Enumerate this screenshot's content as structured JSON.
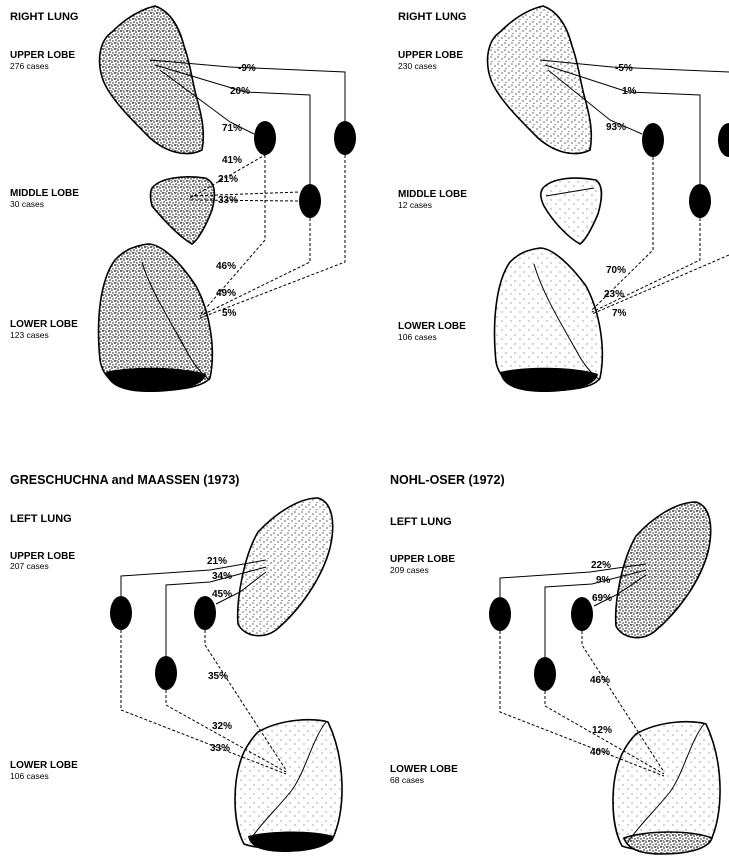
{
  "panels": {
    "top_left": {
      "lung": "RIGHT LUNG",
      "upper": {
        "label": "UPPER LOBE",
        "cases": "276 cases"
      },
      "middle": {
        "label": "MIDDLE LOBE",
        "cases": "30 cases"
      },
      "lower": {
        "label": "LOWER LOBE",
        "cases": "123 cases"
      },
      "pct": [
        "-9%",
        "20%",
        "71%",
        "41%",
        "21%",
        "33%",
        "46%",
        "49%",
        "5%"
      ]
    },
    "top_right": {
      "lung": "RIGHT LUNG",
      "upper": {
        "label": "UPPER LOBE",
        "cases": "230 cases"
      },
      "middle": {
        "label": "MIDDLE LOBE",
        "cases": "12 cases"
      },
      "lower": {
        "label": "LOWER LOBE",
        "cases": "106 cases"
      },
      "pct": [
        "-5%",
        "1%",
        "93%",
        "70%",
        "23%",
        "7%"
      ]
    },
    "bottom_left": {
      "title": "GRESCHUCHNA and MAASSEN (1973)",
      "lung": "LEFT LUNG",
      "upper": {
        "label": "UPPER LOBE",
        "cases": "207 cases"
      },
      "lower": {
        "label": "LOWER LOBE",
        "cases": "106 cases"
      },
      "pct": [
        "21%",
        "34%",
        "45%",
        "35%",
        "32%",
        "33%"
      ]
    },
    "bottom_right": {
      "title": "NOHL-OSER (1972)",
      "lung": "LEFT LUNG",
      "upper": {
        "label": "UPPER LOBE",
        "cases": "209 cases"
      },
      "lower": {
        "label": "LOWER LOBE",
        "cases": "68 cases"
      },
      "pct": [
        "22%",
        "9%",
        "69%",
        "46%",
        "12%",
        "40%"
      ]
    }
  },
  "colors": {
    "ink": "#000000",
    "paper": "#ffffff"
  }
}
